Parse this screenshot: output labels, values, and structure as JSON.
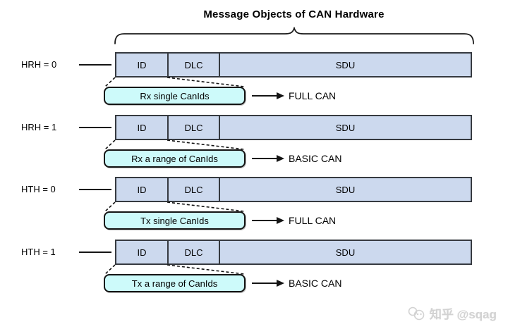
{
  "title": "Message Objects of CAN Hardware",
  "columns": [
    "ID",
    "DLC",
    "SDU"
  ],
  "rows": [
    {
      "label": "HRH = 0",
      "callout": "Rx single CanIds",
      "can_type": "FULL CAN"
    },
    {
      "label": "HRH = 1",
      "callout": "Rx a range of CanIds",
      "can_type": "BASIC CAN"
    },
    {
      "label": "HTH = 0",
      "callout": "Tx single CanIds",
      "can_type": "FULL CAN"
    },
    {
      "label": "HTH = 1",
      "callout": "Tx a range of CanIds",
      "can_type": "BASIC CAN"
    }
  ],
  "watermark": {
    "text": "知乎 @sqag"
  },
  "colors": {
    "box_fill": "#ccd9ee",
    "box_border": "#363a40",
    "callout_fill": "#cdfafa",
    "callout_border": "#141414",
    "line": "#141414",
    "text": "#000000"
  }
}
